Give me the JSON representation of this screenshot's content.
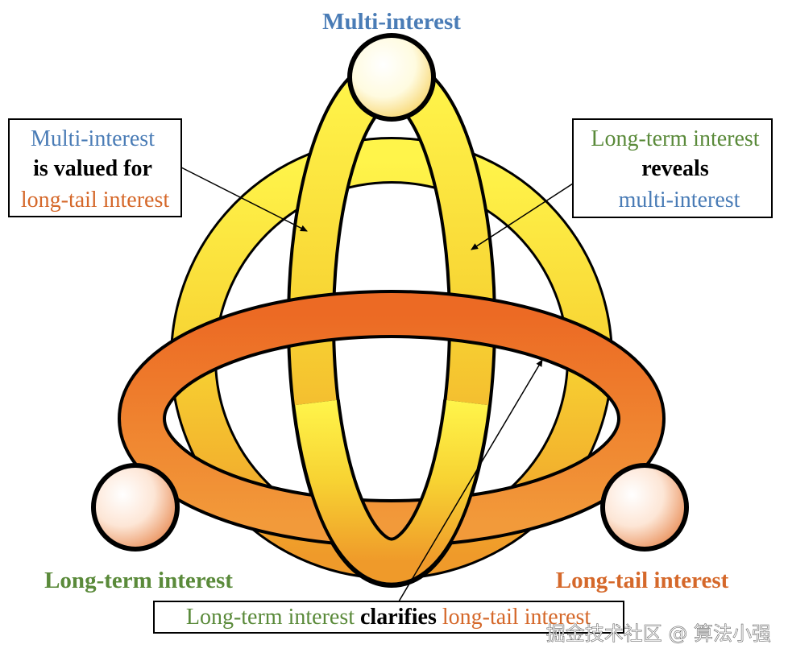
{
  "colors": {
    "multi": "#4a7cb6",
    "long_term": "#5a8a3a",
    "long_tail": "#d5682a",
    "ink": "#000000"
  },
  "nodes": {
    "top": {
      "label": "Multi-interest"
    },
    "left": {
      "label": "Long-term interest"
    },
    "right": {
      "label": "Long-tail interest"
    }
  },
  "boxes": {
    "left": {
      "line1": "Multi-interest",
      "line2": "is valued for",
      "line3": "long-tail interest"
    },
    "right": {
      "line1": "Long-term interest",
      "line2": "reveals",
      "line3": "multi-interest"
    },
    "bottom": {
      "part1": "Long-term interest",
      "part2": "clarifies",
      "part3": "long-tail interest"
    }
  },
  "watermark": "掘金技术社区 @ 算法小强"
}
